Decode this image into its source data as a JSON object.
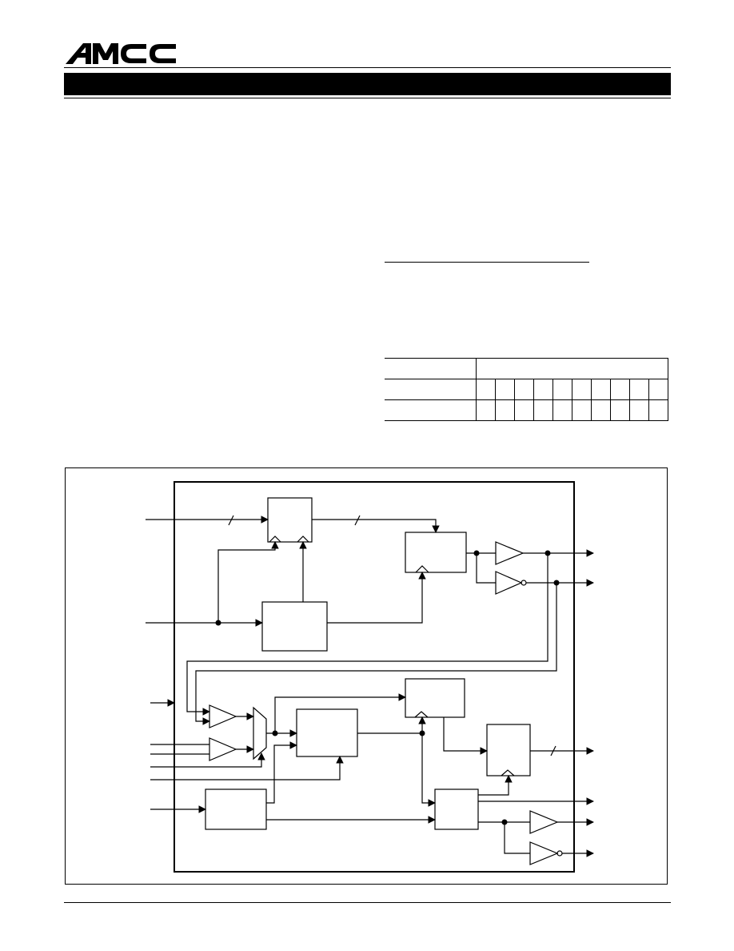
{
  "header": {
    "logo_text": "AMCC",
    "band_color": "#000000"
  },
  "table": {
    "columns": 11,
    "rows": 3
  },
  "diagram": {
    "ink_color": "#000000"
  }
}
